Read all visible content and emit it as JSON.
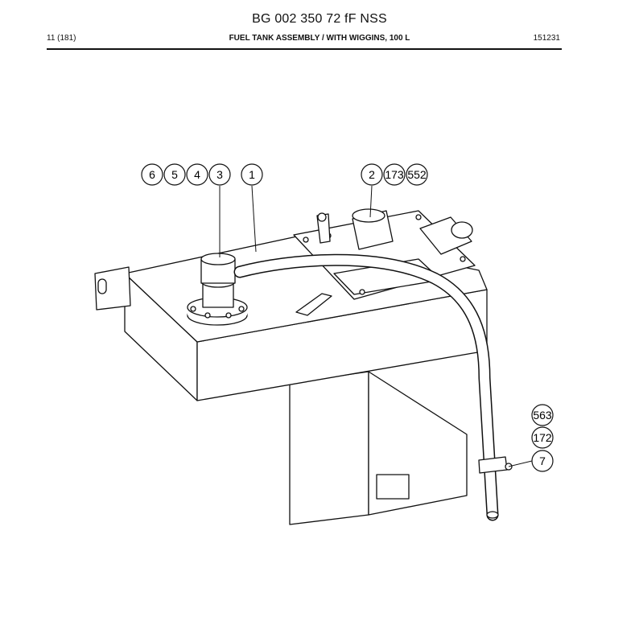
{
  "document": {
    "title": "BG 002 350 72 fF NSS",
    "page": "11 (181)",
    "subtitle": "FUEL TANK ASSEMBLY / WITH WIGGINS, 100 L",
    "code": "151231"
  },
  "callouts": [
    {
      "id": "c6",
      "label": "6"
    },
    {
      "id": "c5",
      "label": "5"
    },
    {
      "id": "c4",
      "label": "4"
    },
    {
      "id": "c3",
      "label": "3"
    },
    {
      "id": "c1",
      "label": "1"
    },
    {
      "id": "c2",
      "label": "2"
    },
    {
      "id": "c173",
      "label": "173"
    },
    {
      "id": "c552",
      "label": "552"
    },
    {
      "id": "c563",
      "label": "563"
    },
    {
      "id": "c172",
      "label": "172"
    },
    {
      "id": "c7",
      "label": "7"
    }
  ],
  "colors": {
    "ink": "#111111",
    "paper": "#ffffff"
  }
}
